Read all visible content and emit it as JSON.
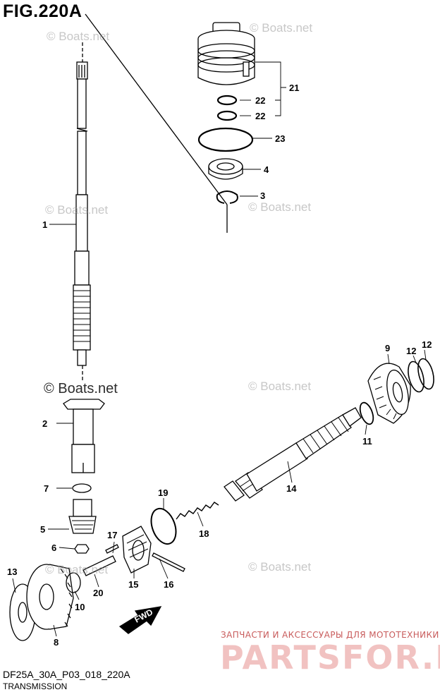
{
  "figure": {
    "title": "FIG.220A",
    "code": "DF25A_30A_P03_018_220A",
    "name": "TRANSMISSION",
    "fwd_label": "FWD"
  },
  "watermarks": {
    "boats": "© Boats.net",
    "shop_subtitle": "ЗАПЧАСТИ И АКСЕССУАРЫ ДЛЯ МОТОТЕХНИКИ",
    "shop_name": "PARTSFOR.RU"
  },
  "callouts": [
    "1",
    "2",
    "3",
    "4",
    "5",
    "6",
    "7",
    "8",
    "9",
    "10",
    "11",
    "12",
    "12",
    "13",
    "14",
    "15",
    "16",
    "17",
    "18",
    "19",
    "20",
    "21",
    "22",
    "22",
    "23"
  ]
}
